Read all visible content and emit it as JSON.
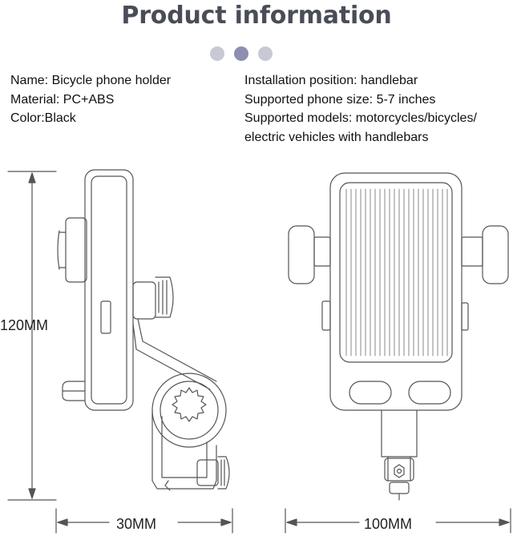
{
  "title": "Product information",
  "dots": [
    "#c9c9d6",
    "#8e8fb0",
    "#c9c9d6"
  ],
  "specs_left": [
    "Name: Bicycle phone holder",
    "Material: PC+ABS",
    "Color:Black"
  ],
  "specs_right": [
    "Installation position: handlebar",
    "Supported phone size: 5-7 inches",
    "Supported models: motorcycles/bicycles/",
    "electric vehicles with handlebars"
  ],
  "dimensions": {
    "height": "120MM",
    "depth": "30MM",
    "width": "100MM"
  },
  "colors": {
    "line": "#555555",
    "title": "#4a4d57"
  }
}
